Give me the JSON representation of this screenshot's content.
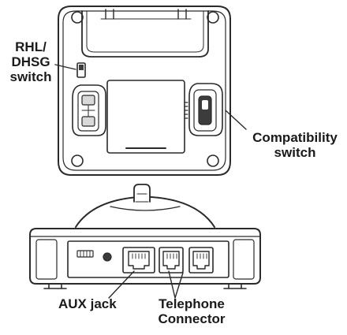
{
  "labels": {
    "rhl_line1": "RHL/",
    "rhl_line2": "DHSG",
    "rhl_line3": "switch",
    "compat_line1": "Compatibility",
    "compat_line2": "switch",
    "aux": "AUX jack",
    "tel_line1": "Telephone",
    "tel_line2": "Connector"
  },
  "colors": {
    "line": "#2a2a2a",
    "body_fill": "#ffffff",
    "shade": "#d9d9d9",
    "dark": "#3c3c3c"
  }
}
